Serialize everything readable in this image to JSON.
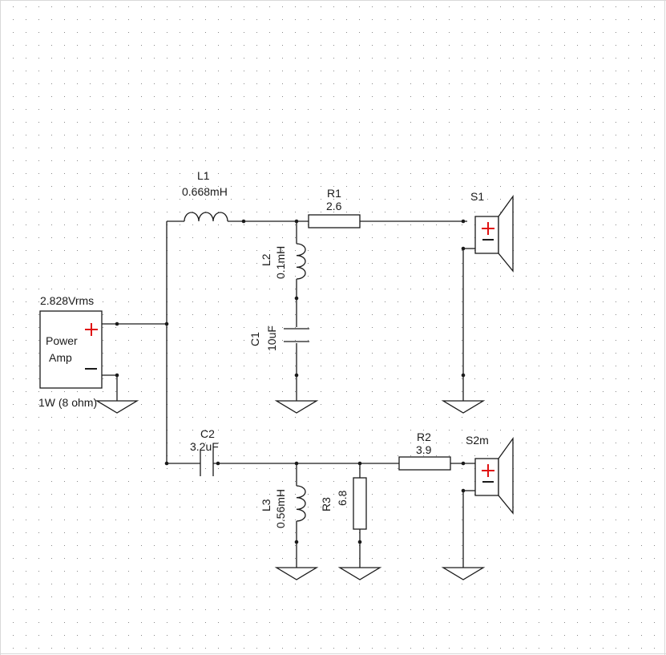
{
  "components": {
    "L1": {
      "name": "L1",
      "value": "0.668mH"
    },
    "L2": {
      "name": "L2",
      "value": "0.1mH"
    },
    "L3": {
      "name": "L3",
      "value": "0.56mH"
    },
    "C1": {
      "name": "C1",
      "value": "10uF"
    },
    "C2": {
      "name": "C2",
      "value": "3.2uF"
    },
    "R1": {
      "name": "R1",
      "value": "2.6"
    },
    "R2": {
      "name": "R2",
      "value": "3.9"
    },
    "R3": {
      "name": "R3",
      "value": "6.8"
    },
    "S1": {
      "name": "S1"
    },
    "S2": {
      "name": "S2m"
    }
  },
  "source": {
    "voltage": "2.828Vrms",
    "label_line1": "Power",
    "label_line2": "Amp",
    "power": "1W (8 ohm)"
  },
  "colors": {
    "plus_sign": "#e01010",
    "wire": "#1a1a1a",
    "grid_dot": "#888888",
    "frame": "#d9d9d9"
  }
}
